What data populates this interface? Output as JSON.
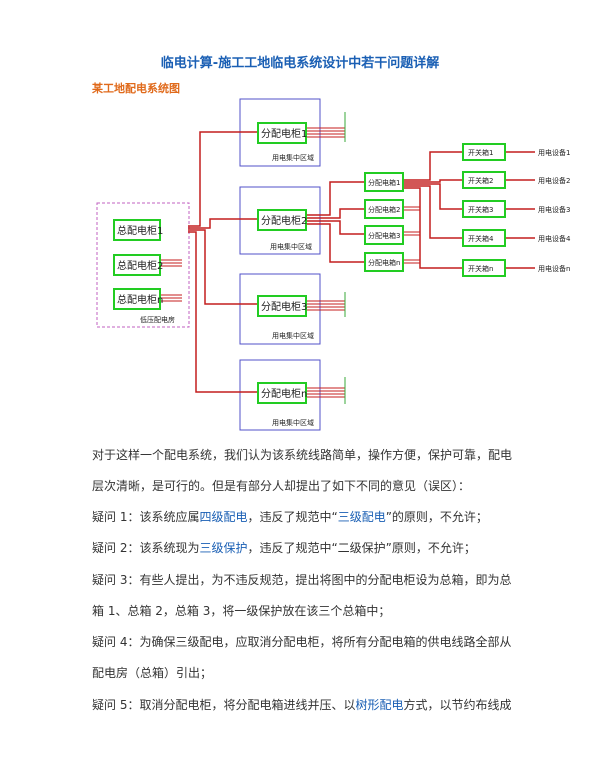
{
  "title": "临电计算-施工工地临电系统设计中若干问题详解",
  "subtitle": "某工地配电系统图",
  "diagram": {
    "main_boxes": [
      "总配电柜1",
      "总配电柜2",
      "总配电柜n"
    ],
    "main_area_label": "低压配电房",
    "dist_boxes": [
      "分配电柜1",
      "分配电柜2",
      "分配电柜3",
      "分配电柜n"
    ],
    "dist_area_labels": [
      "用电集中区域",
      "用电集中区域",
      "用电集中区域",
      "用电集中区域"
    ],
    "sub_boxes": [
      "分配电箱1",
      "分配电箱2",
      "分配电箱3",
      "分配电箱n"
    ],
    "switch_boxes": [
      "开关箱1",
      "开关箱2",
      "开关箱3",
      "开关箱4",
      "开关箱n"
    ],
    "equipment": [
      "用电设备1",
      "用电设备2",
      "用电设备3",
      "用电设备4",
      "用电设备n"
    ]
  },
  "paragraphs": {
    "p1_l1": "对于这样一个配电系统，我们认为该系统线路简单，操作方便，保护可靠，配电",
    "p1_l2": "层次清晰，是可行的。但是有部分人却提出了如下不同的意见（误区）：",
    "q1_a": "疑问 1：该系统应属",
    "q1_hl": "四级配电",
    "q1_b": "，违反了规范中“",
    "q1_hl2": "三级配电",
    "q1_c": "”的原则，不允许；",
    "q2_a": "疑问 2：该系统现为",
    "q2_hl": "三级保护",
    "q2_b": "，违反了规范中“二级保护”原则，不允许；",
    "q3_l1": "疑问 3：有些人提出，为不违反规范，提出将图中的分配电柜设为总箱，即为总",
    "q3_l2": "箱 1、总箱 2，总箱 3，将一级保护放在该三个总箱中；",
    "q4_l1": "疑问 4：为确保三级配电，应取消分配电柜，将所有分配电箱的供电线路全部从",
    "q4_l2": "配电房（总箱）引出；",
    "q5_a": "疑问 5：取消分配电柜，将分配电箱进线并压、以",
    "q5_hl": "树形配电",
    "q5_b": "方式，以节约布线成"
  }
}
